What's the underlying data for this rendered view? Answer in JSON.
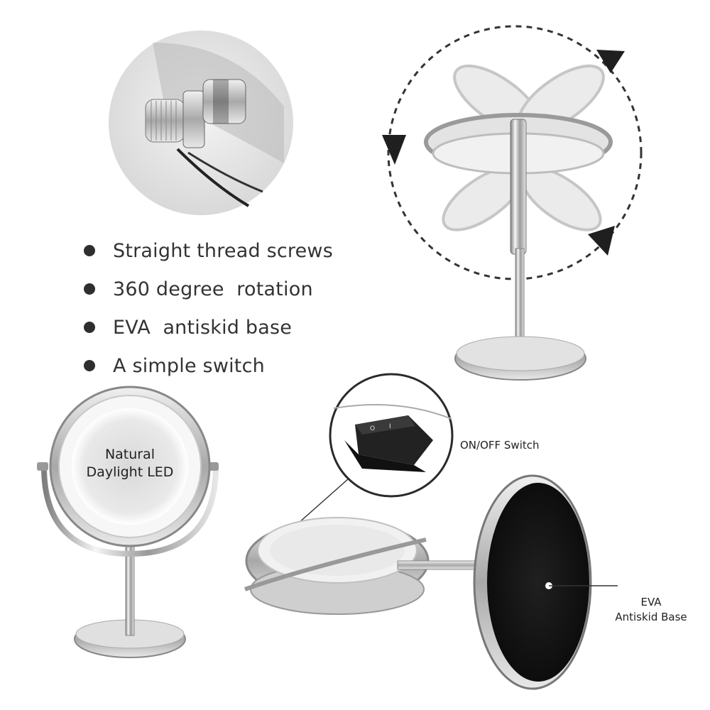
{
  "features": [
    {
      "text": "Straight thread screws"
    },
    {
      "text": "360 degree  rotation"
    },
    {
      "text": "EVA  antiskid base"
    },
    {
      "text": "A simple switch"
    }
  ],
  "mirror_label": {
    "line1": "Natural",
    "line2": "Daylight LED"
  },
  "switch_callout": "ON/OFF Switch",
  "base_callout": {
    "line1": "EVA",
    "line2": "Antiskid Base"
  },
  "switch_marks": {
    "on": "I",
    "off": "O"
  },
  "colors": {
    "chrome": "#c9c9c9",
    "chrome_dark": "#8a8a8a",
    "text": "#2b2b2b",
    "base_pad": "#1a1a1a",
    "led_glow": "#f2f2f2"
  }
}
